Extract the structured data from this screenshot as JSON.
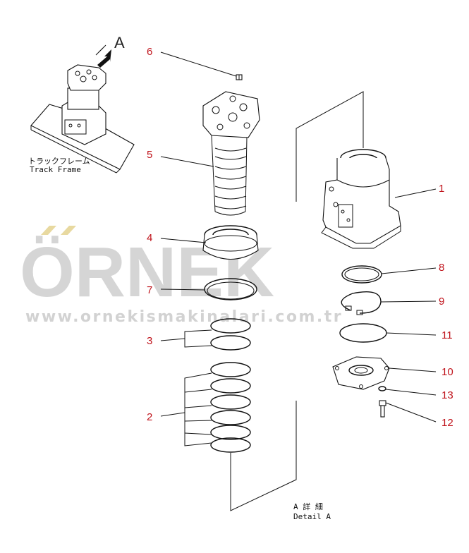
{
  "callouts": [
    {
      "id": "1",
      "label": "1"
    },
    {
      "id": "2",
      "label": "2"
    },
    {
      "id": "3",
      "label": "3"
    },
    {
      "id": "4",
      "label": "4"
    },
    {
      "id": "5",
      "label": "5"
    },
    {
      "id": "6",
      "label": "6"
    },
    {
      "id": "7",
      "label": "7"
    },
    {
      "id": "8",
      "label": "8"
    },
    {
      "id": "9",
      "label": "9"
    },
    {
      "id": "10",
      "label": "10"
    },
    {
      "id": "11",
      "label": "11"
    },
    {
      "id": "12",
      "label": "12"
    },
    {
      "id": "13",
      "label": "13"
    }
  ],
  "view_letter": "A",
  "track_frame_jp": "トラックフレーム",
  "track_frame_en": "Track Frame",
  "detail_jp": "A 詳 細",
  "detail_en": "Detail A",
  "watermark": {
    "brand": "ÖRNEK",
    "url": "www.ornekismakinalari.com.tr"
  }
}
